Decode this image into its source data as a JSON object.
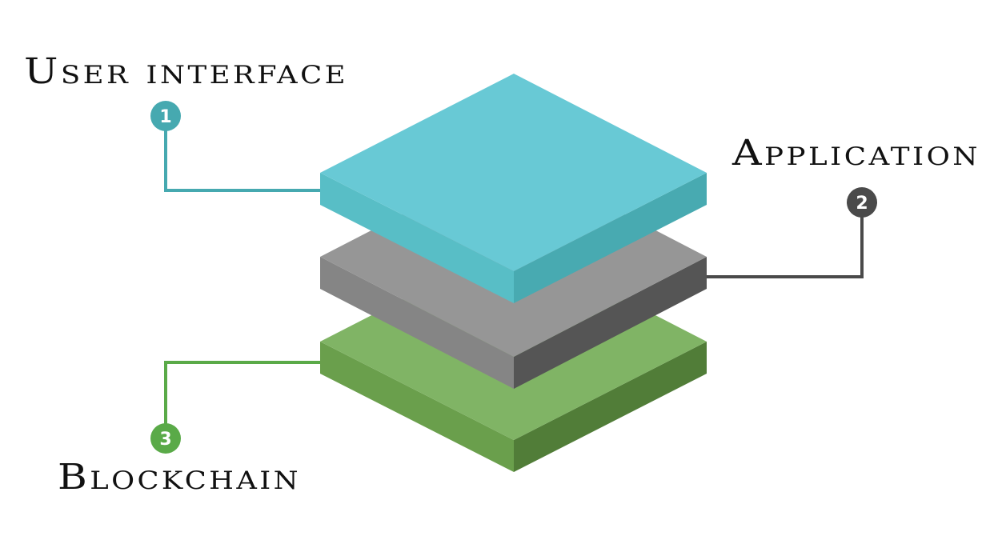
{
  "layers": [
    {
      "number": "1",
      "label": "User interface",
      "colors": {
        "top": "#68c9d5",
        "left": "#58bec6",
        "right": "#48aab1",
        "badge": "#46a9b0"
      }
    },
    {
      "number": "2",
      "label": "Application",
      "colors": {
        "top": "#969696",
        "left": "#858585",
        "right": "#555555",
        "badge": "#4a4a4a"
      }
    },
    {
      "number": "3",
      "label": "Blockchain",
      "colors": {
        "top": "#80b465",
        "left": "#6a9f4c",
        "right": "#517d38",
        "badge": "#5aaa48"
      }
    }
  ]
}
